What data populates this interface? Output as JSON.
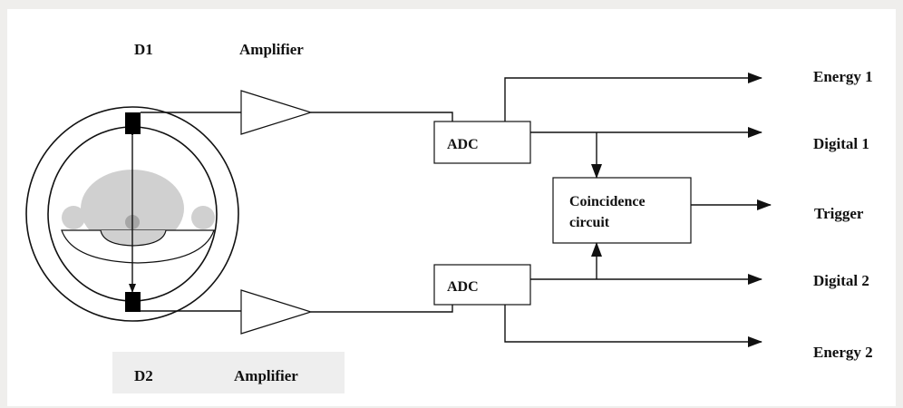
{
  "labels": {
    "d1": "D1",
    "amplifier_top": "Amplifier",
    "d2": "D2",
    "amplifier_bottom": "Amplifier"
  },
  "blocks": {
    "adc_top": "ADC",
    "adc_bottom": "ADC",
    "coincidence_line1": "Coincidence",
    "coincidence_line2": "circuit"
  },
  "outputs": {
    "energy1": "Energy 1",
    "digital1": "Digital 1",
    "trigger": "Trigger",
    "digital2": "Digital 2",
    "energy2": "Energy 2"
  },
  "colors": {
    "background": "#efeeec",
    "canvas": "#ffffff",
    "phantom": "#d0d0d0",
    "source": "#a6a6a6",
    "label_panel": "#eeeeee"
  }
}
